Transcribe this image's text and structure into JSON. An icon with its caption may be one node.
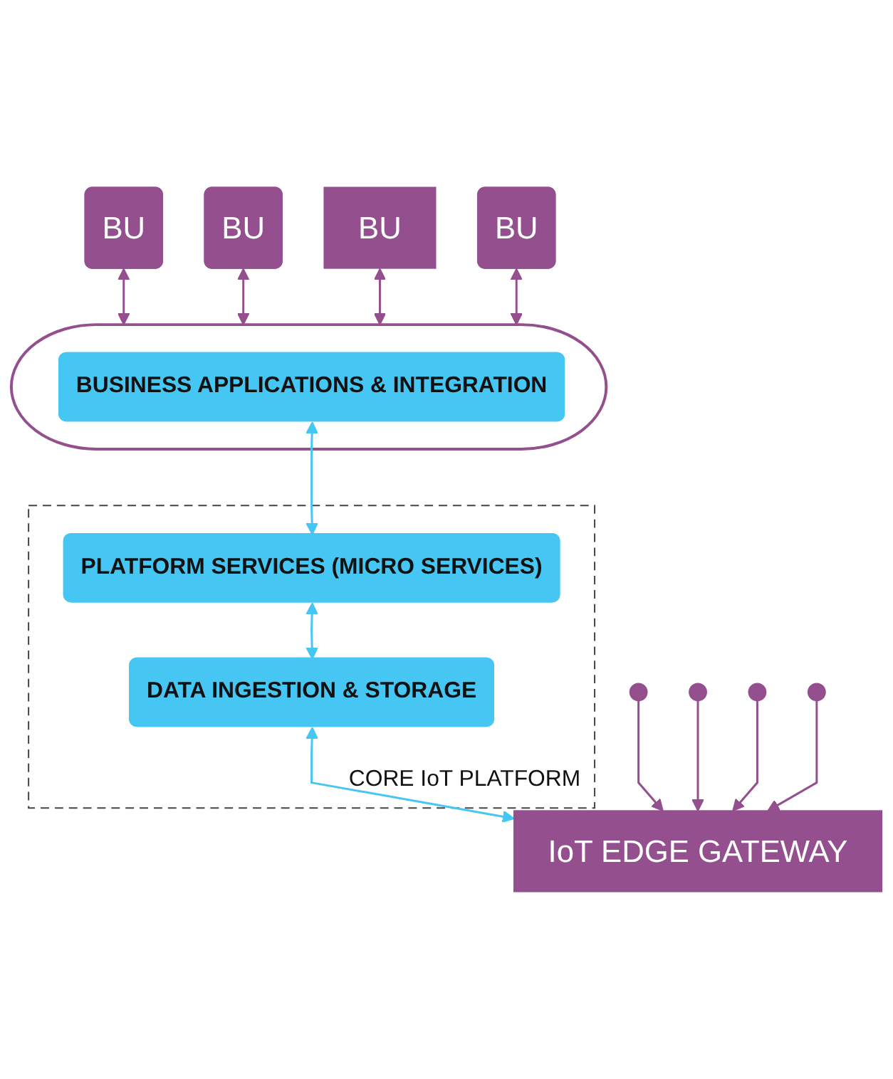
{
  "diagram": {
    "nodes": [
      {
        "text": [
          "BU"
        ]
      },
      {
        "text": [
          "BU"
        ]
      },
      {
        "text": [
          "BU"
        ]
      },
      {
        "text": [
          "BU"
        ]
      },
      {
        "text": [],
        "shape": "cloud"
      },
      {
        "text": [
          "BUSINESS APPLICATIONS & INTEGRATION"
        ],
        "in": 4
      },
      {
        "text": [
          "CORE IoT PLATFORM"
        ]
      },
      {
        "text": [
          "PLATFORM SERVICES (MICRO SERVICES)"
        ],
        "in": 6
      },
      {
        "text": [
          "DATA INGESTION & STORAGE"
        ],
        "in": 6
      },
      {
        "text": [
          "IoT EDGE GATEWAY"
        ]
      },
      {
        "text": [],
        "shape": "circle"
      },
      {
        "text": [],
        "shape": "circle"
      },
      {
        "text": [],
        "shape": "circle"
      },
      {
        "text": [],
        "shape": "circle"
      }
    ],
    "edges": [
      {
        "from": 0,
        "to": 4,
        "arrow": "both"
      },
      {
        "from": 1,
        "to": 4,
        "arrow": "both"
      },
      {
        "from": 2,
        "to": 4,
        "arrow": "both"
      },
      {
        "from": 3,
        "to": 4,
        "arrow": "both"
      },
      {
        "from": 5,
        "to": 7,
        "arrow": "both",
        "color": "#45c6f3"
      },
      {
        "from": 7,
        "to": 8,
        "arrow": "both",
        "color": "#45c6f3"
      },
      {
        "from": 8,
        "to": 9,
        "arrow": "both",
        "color": "#45c6f3"
      },
      {
        "from": 10,
        "to": 9,
        "arrow": "to"
      },
      {
        "from": 11,
        "to": 9,
        "arrow": "to"
      },
      {
        "from": 12,
        "to": 9,
        "arrow": "to"
      },
      {
        "from": 13,
        "to": 9,
        "arrow": "to"
      }
    ]
  }
}
